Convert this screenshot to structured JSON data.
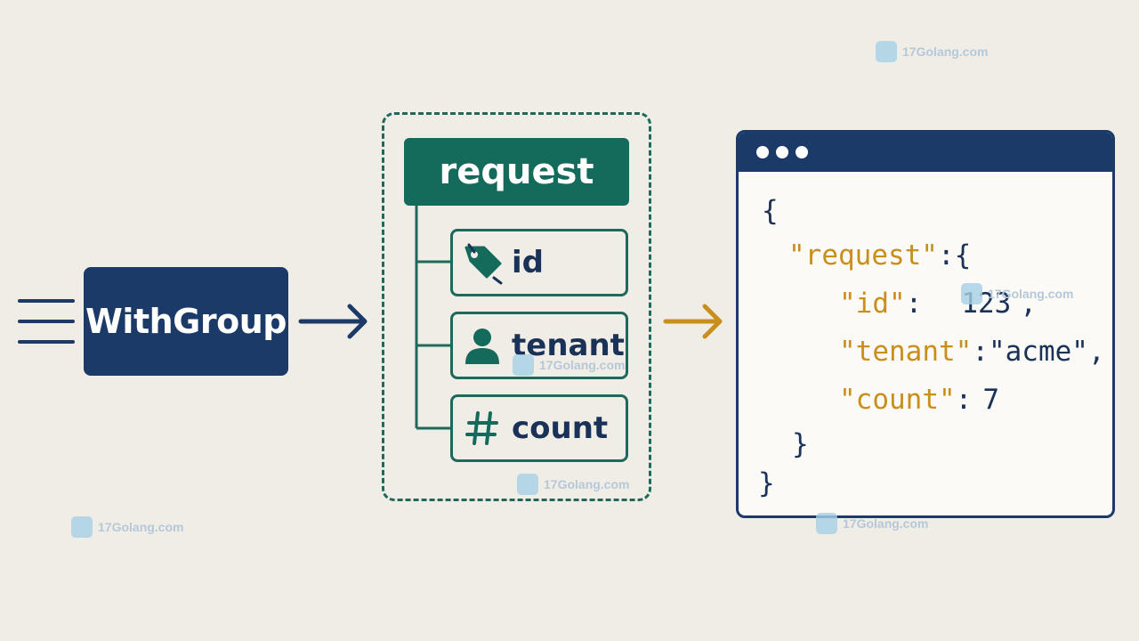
{
  "source": {
    "label": "WithGroup"
  },
  "group": {
    "name": "request",
    "fields": [
      {
        "label": "id",
        "icon": "tag-icon"
      },
      {
        "label": "tenant",
        "icon": "person-icon"
      },
      {
        "label": "count",
        "icon": "hash-icon"
      }
    ]
  },
  "output": {
    "lines": {
      "open": "{",
      "group_key": "\"request\"",
      "group_sep": ":",
      "group_open": "{",
      "id_key": "\"id\"",
      "id_sep": ":",
      "id_value": "123",
      "id_comma": ",",
      "tenant_key": "\"tenant\"",
      "tenant_sep": ":",
      "tenant_value": "\"acme\"",
      "tenant_comma": ",",
      "count_key": "\"count\"",
      "count_sep": ":",
      "count_value": "7",
      "group_close": "}",
      "close": "}"
    }
  },
  "watermark": {
    "text": "17Golang.com"
  },
  "colors": {
    "background": "#efede6",
    "navy": "#1b3a68",
    "teal": "#156b5b",
    "amber": "#c98f1d"
  }
}
